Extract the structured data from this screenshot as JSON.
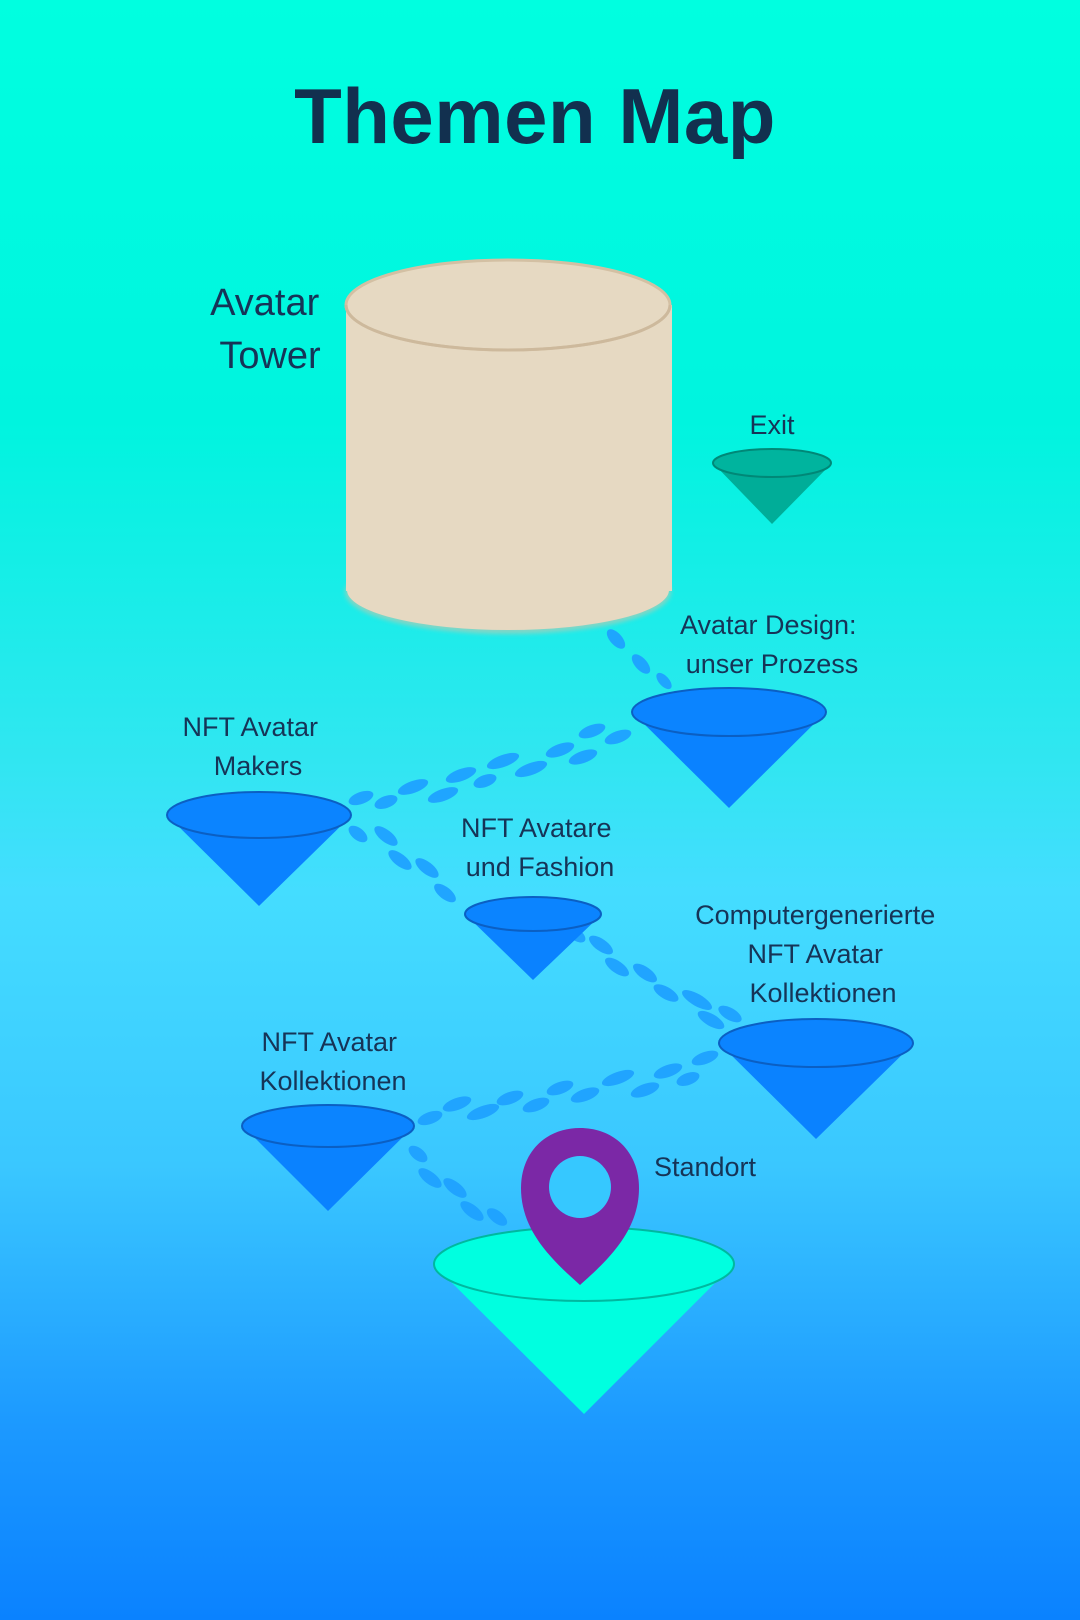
{
  "title": "Themen Map",
  "tower": {
    "label_line1": "Avatar",
    "label_line2": "Tower"
  },
  "stations": [
    {
      "id": "exit",
      "line1": "Exit",
      "line2": ""
    },
    {
      "id": "avatar-design",
      "line1": "Avatar Design:",
      "line2": "unser Prozess"
    },
    {
      "id": "nft-avatar-makers",
      "line1": "NFT Avatar",
      "line2": "Makers"
    },
    {
      "id": "nft-avatare-fashion",
      "line1": "NFT Avatare",
      "line2": "und Fashion"
    },
    {
      "id": "computergenerierte",
      "line1": "Computergenerierte",
      "line2": "NFT Avatar",
      "line3": "Kollektionen"
    },
    {
      "id": "nft-avatar-kollektionen",
      "line1": "NFT Avatar",
      "line2": "Kollektionen"
    }
  ],
  "location": {
    "label": "Standort"
  },
  "colors": {
    "station": "#0a82ff",
    "station_top": "#0b84ff",
    "exit": "#00b29b",
    "current": "#00ffe0",
    "tower": "#e6d9c2",
    "path": "#1fa2ff",
    "pin": "#7b28a6",
    "text": "#163457"
  },
  "icons": {
    "location": "map-pin-icon"
  }
}
